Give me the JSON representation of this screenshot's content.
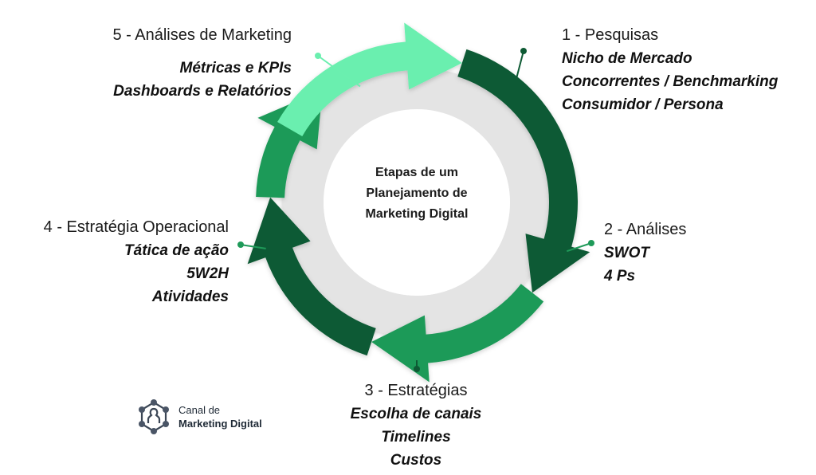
{
  "center": {
    "line1": "Etapas de um",
    "line2": "Planejamento de",
    "line3": "Marketing Digital"
  },
  "stages": [
    {
      "title": "1 - Pesquisas",
      "items": [
        "Nicho de Mercado",
        "Concorrentes / Benchmarking",
        "Consumidor / Persona"
      ],
      "color": "#0E5A34"
    },
    {
      "title": "2 - Análises",
      "items": [
        "SWOT",
        "4 Ps"
      ],
      "color": "#1F9A59"
    },
    {
      "title": "3 - Estratégias",
      "items": [
        "Escolha de canais",
        "Timelines",
        "Custos"
      ],
      "color": "#0E5A34"
    },
    {
      "title": "4 - Estratégia Operacional",
      "items": [
        "Tática de ação",
        "5W2H",
        "Atividades"
      ],
      "color": "#1F9A59"
    },
    {
      "title": "5 - Análises de Marketing",
      "items": [
        "Métricas e KPIs",
        "Dashboards e Relatórios"
      ],
      "color": "#6BEFAF"
    }
  ],
  "colors": {
    "dark_green": "#0E5A34",
    "medium_green": "#1F9A59",
    "light_mint": "#6BEFAF",
    "ring_grey": "#E4E4E4"
  },
  "logo": {
    "line1": "Canal de",
    "line2": "Marketing Digital",
    "icon": "network-person-icon"
  }
}
